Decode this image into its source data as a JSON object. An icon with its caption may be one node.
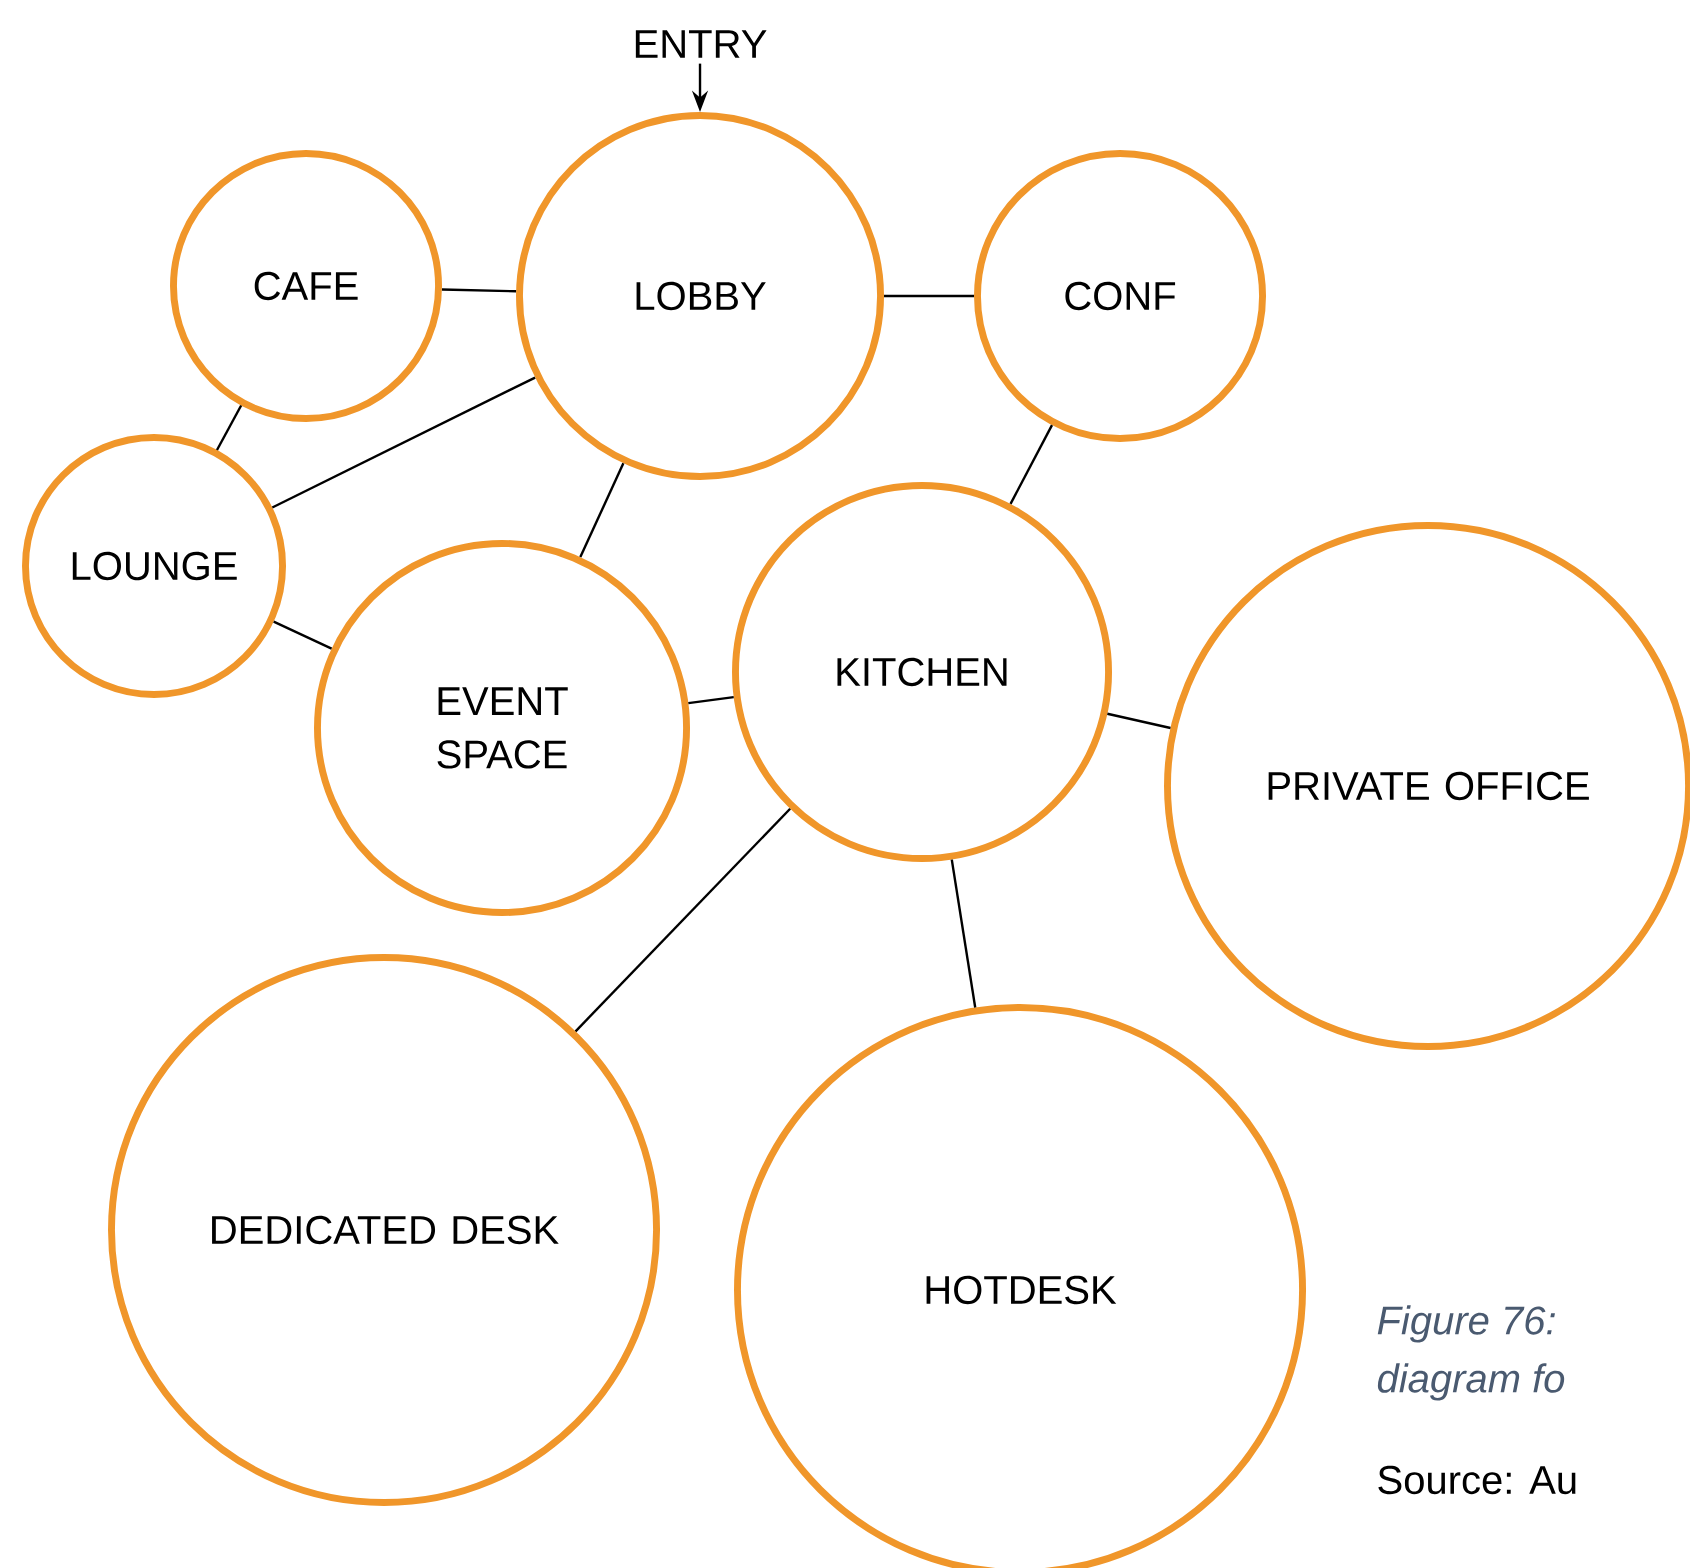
{
  "diagram": {
    "nodes": [
      {
        "text": [
          "CAFE"
        ]
      },
      {
        "text": [
          "LOBBY"
        ]
      },
      {
        "text": [
          "CONF"
        ]
      },
      {
        "text": [
          "LOUNGE"
        ]
      },
      {
        "text": [
          "EVENT SPACE"
        ]
      },
      {
        "text": [
          "KITCHEN"
        ]
      },
      {
        "text": [
          "PRIVATE OFFICE"
        ]
      },
      {
        "text": [
          "DEDICATED DESK"
        ]
      },
      {
        "text": [
          "HOTDESK"
        ]
      },
      {
        "text": [
          "ENTRY"
        ]
      }
    ],
    "edges": [
      {
        "from": 9,
        "to": 1,
        "arrow": "to"
      },
      {
        "from": 0,
        "to": 1,
        "arrow": "none"
      },
      {
        "from": 1,
        "to": 2,
        "arrow": "none"
      },
      {
        "from": 0,
        "to": 3,
        "arrow": "none"
      },
      {
        "from": 3,
        "to": 1,
        "arrow": "none"
      },
      {
        "from": 1,
        "to": 4,
        "arrow": "none"
      },
      {
        "from": 3,
        "to": 4,
        "arrow": "none"
      },
      {
        "from": 2,
        "to": 5,
        "arrow": "none"
      },
      {
        "from": 4,
        "to": 5,
        "arrow": "none"
      },
      {
        "from": 5,
        "to": 6,
        "arrow": "none"
      },
      {
        "from": 5,
        "to": 7,
        "arrow": "none"
      },
      {
        "from": 5,
        "to": 8,
        "arrow": "none"
      }
    ],
    "labels": [
      "Figure 76:",
      "diagram fo",
      "Source: Au"
    ]
  }
}
